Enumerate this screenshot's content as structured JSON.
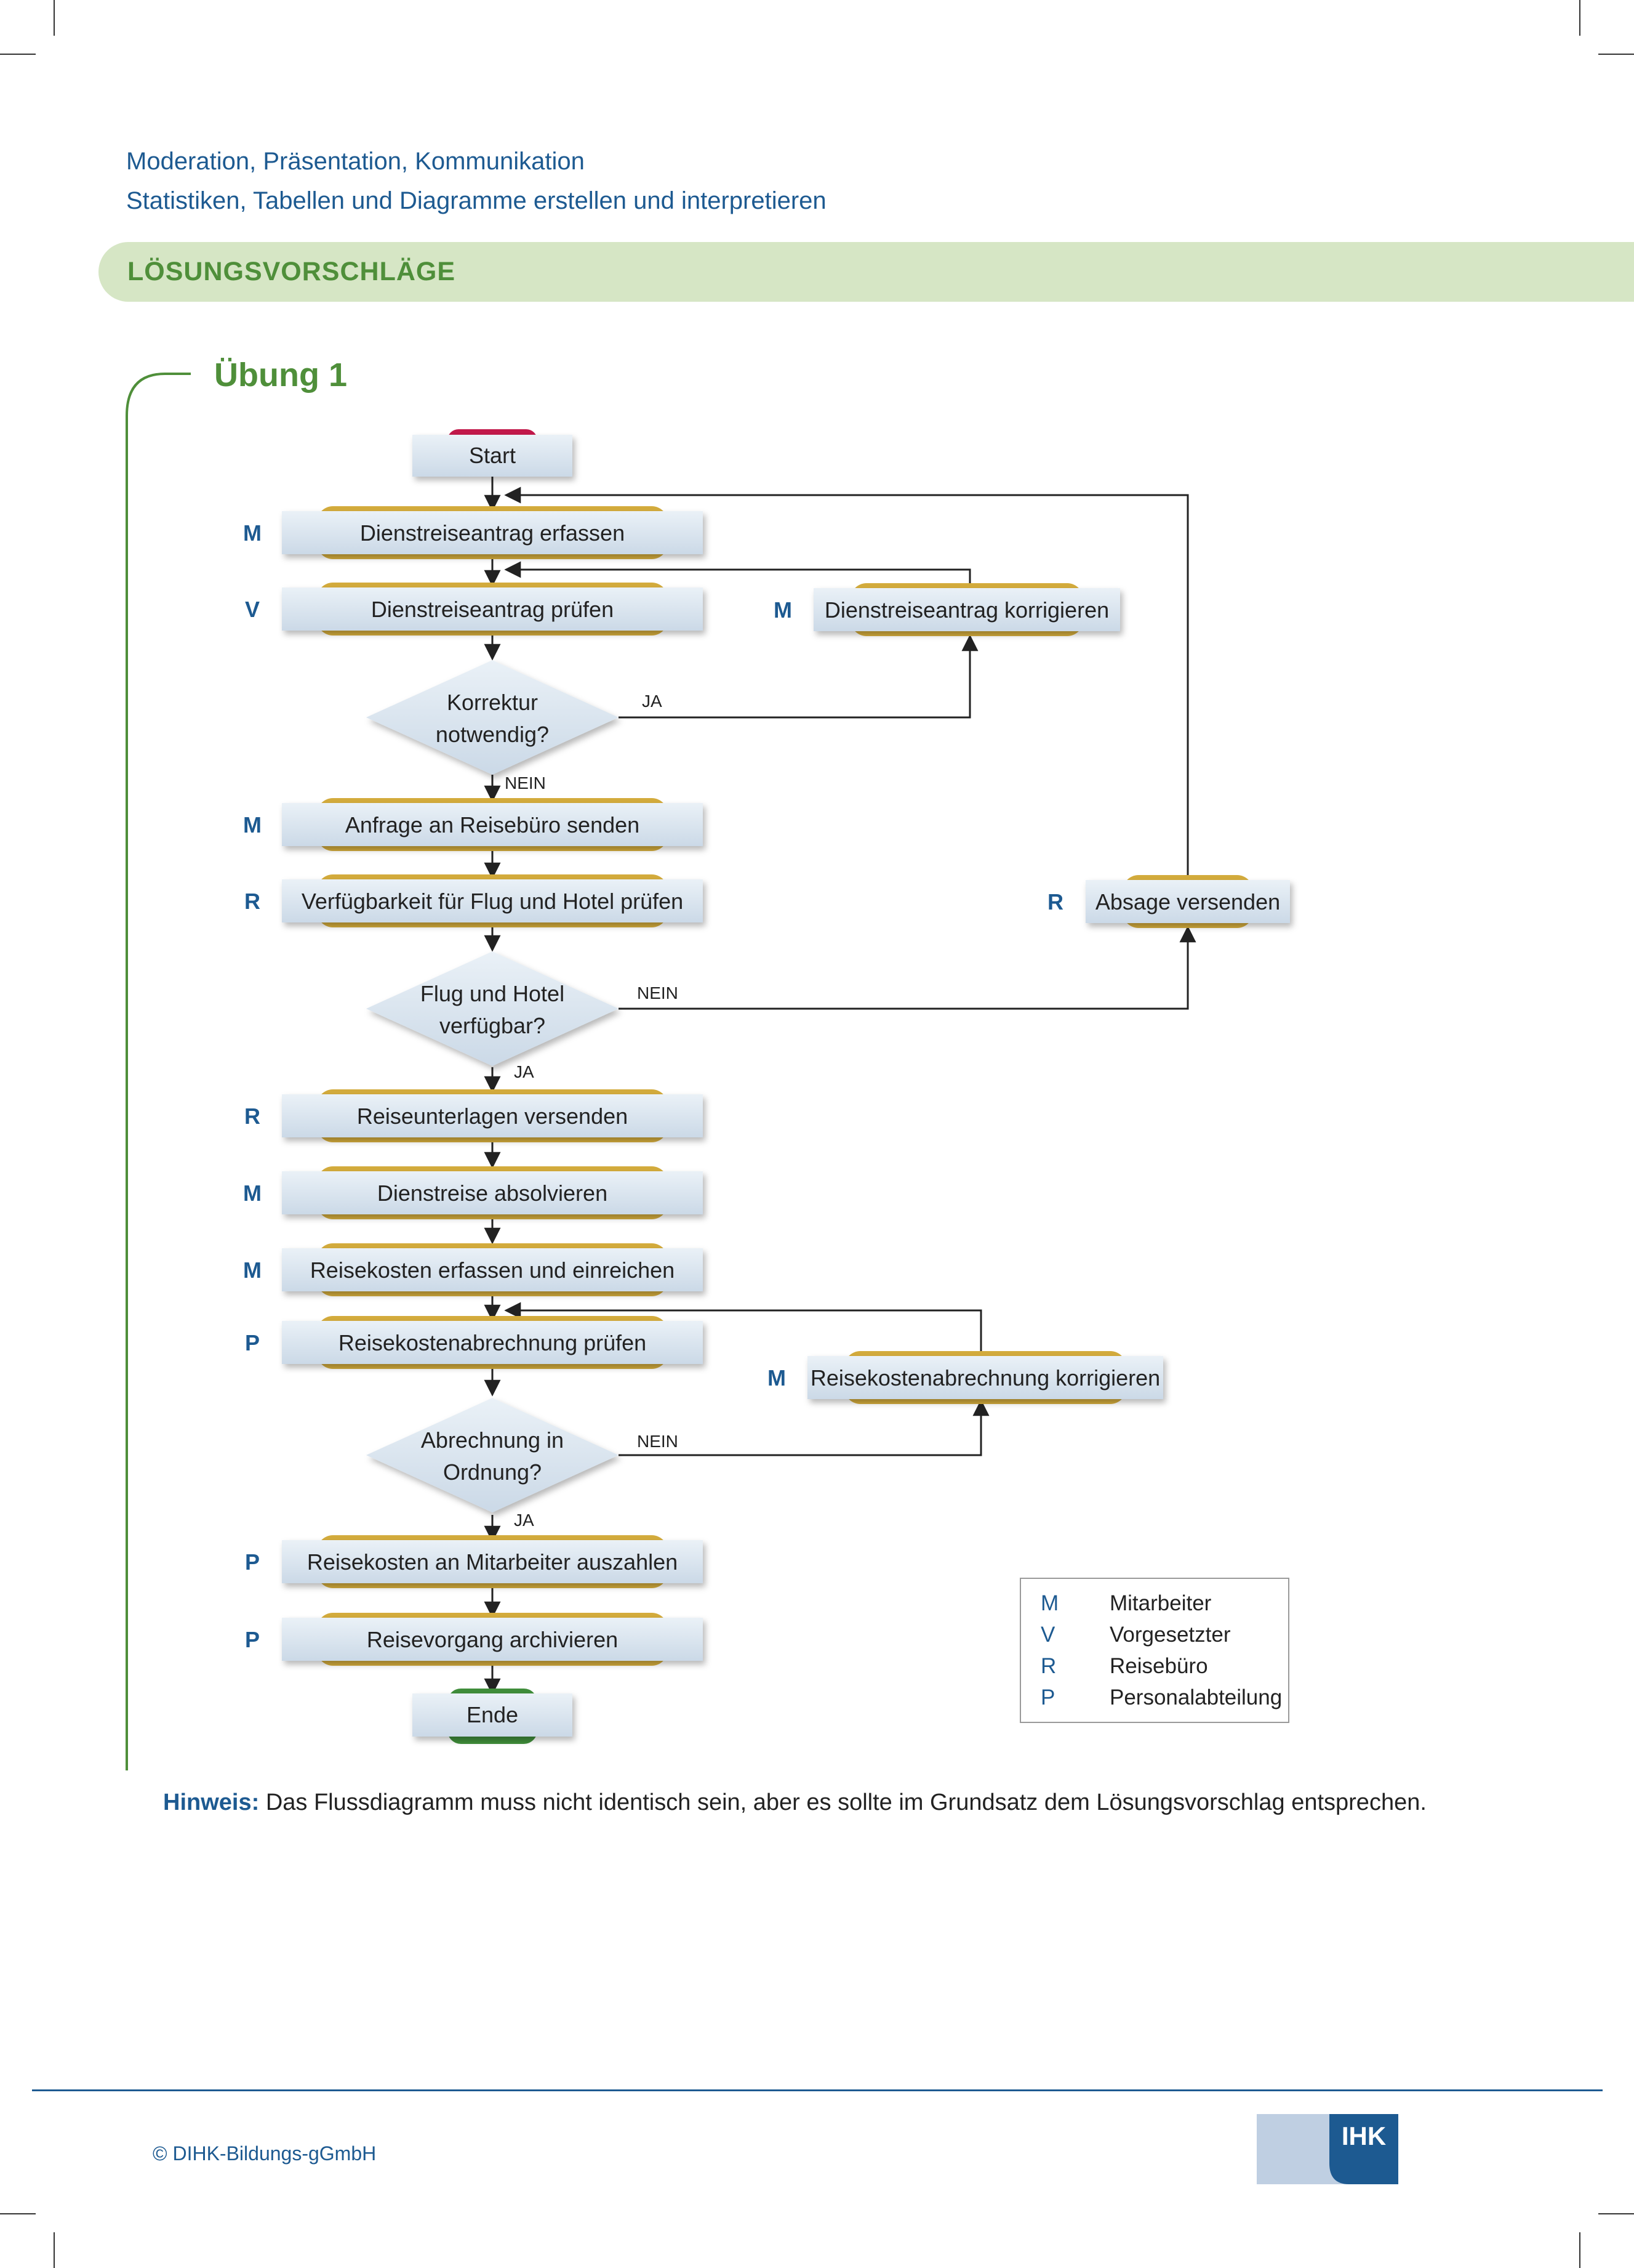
{
  "header": {
    "line1": "Moderation, Präsentation, Kommunikation",
    "line2": "Statistiken, Tabellen und Diagramme erstellen und interpretieren"
  },
  "section_band": "LÖSUNGSVORSCHLÄGE",
  "exercise_title": "Übung 1",
  "flowchart": {
    "start": "Start",
    "end": "Ende",
    "steps": [
      {
        "role": "M",
        "label": "Dienstreiseantrag erfassen"
      },
      {
        "role": "V",
        "label": "Dienstreiseantrag prüfen"
      },
      {
        "role": "M",
        "label": "Anfrage an Reisebüro senden"
      },
      {
        "role": "R",
        "label": "Verfügbarkeit für Flug und Hotel prüfen"
      },
      {
        "role": "R",
        "label": "Reiseunterlagen versenden"
      },
      {
        "role": "M",
        "label": "Dienstreise absolvieren"
      },
      {
        "role": "M",
        "label": "Reisekosten erfassen und einreichen"
      },
      {
        "role": "P",
        "label": "Reisekostenabrechnung prüfen"
      },
      {
        "role": "P",
        "label": "Reisekosten an Mitarbeiter auszahlen"
      },
      {
        "role": "P",
        "label": "Reisevorgang archivieren"
      }
    ],
    "side_steps": [
      {
        "role": "M",
        "label": "Dienstreiseantrag korrigieren"
      },
      {
        "role": "R",
        "label": "Absage versenden"
      },
      {
        "role": "M",
        "label": "Reisekostenabrechnung korrigieren"
      }
    ],
    "decisions": [
      {
        "line1": "Korrektur",
        "line2": "notwendig?",
        "yes": "JA",
        "no": "NEIN"
      },
      {
        "line1": "Flug und Hotel",
        "line2": "verfügbar?",
        "yes": "JA",
        "no": "NEIN"
      },
      {
        "line1": "Abrechnung in",
        "line2": "Ordnung?",
        "yes": "JA",
        "no": "NEIN"
      }
    ]
  },
  "legend": [
    {
      "code": "M",
      "label": "Mitarbeiter"
    },
    {
      "code": "V",
      "label": "Vorgesetzter"
    },
    {
      "code": "R",
      "label": "Reisebüro"
    },
    {
      "code": "P",
      "label": "Personalabteilung"
    }
  ],
  "hint": {
    "label": "Hinweis:",
    "text": "Das Flussdiagramm muss nicht identisch sein, aber es sollte im Grundsatz dem Lösungsvorschlag entsprechen."
  },
  "footer": {
    "copyright": "© DIHK-Bildungs-gGmbH",
    "logo_text": "IHK"
  },
  "colors": {
    "brand_blue": "#1d5a91",
    "green": "#4f8f3a",
    "band_green": "#d6e6c5",
    "step_blue": "#dbe6f0",
    "step_gold": "#d3ab3c",
    "start_red": "#c2184a",
    "end_green": "#3f8d3a"
  }
}
